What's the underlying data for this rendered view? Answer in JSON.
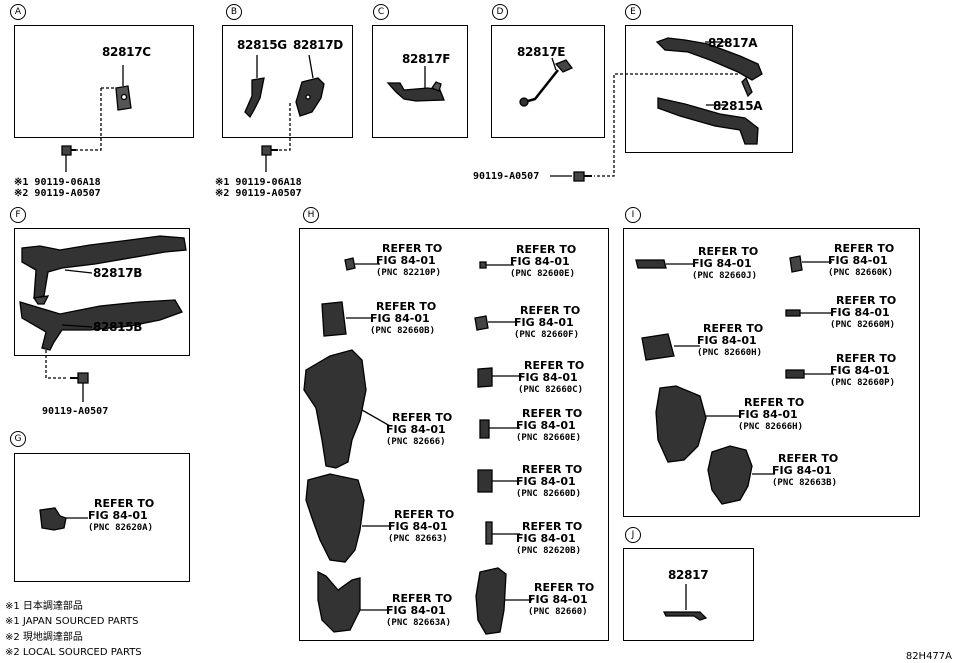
{
  "sections": {
    "A": {
      "letter": "A",
      "part": "82817C",
      "note1": "※1 90119-06A18",
      "note2": "※2 90119-A0507"
    },
    "B": {
      "letter": "B",
      "part1": "82815G",
      "part2": "82817D",
      "note1": "※1 90119-06A18",
      "note2": "※2 90119-A0507"
    },
    "C": {
      "letter": "C",
      "part": "82817F"
    },
    "D": {
      "letter": "D",
      "part": "82817E"
    },
    "E": {
      "letter": "E",
      "part1": "82817A",
      "part2": "82815A",
      "bolt": "90119-A0507"
    },
    "F": {
      "letter": "F",
      "part1": "82817B",
      "part2": "82815B",
      "bolt": "90119-A0507"
    },
    "G": {
      "letter": "G",
      "ref": {
        "l1": "REFER TO",
        "l2": "FIG 84-01",
        "l3": "(PNC 82620A)"
      }
    },
    "H": {
      "letter": "H",
      "refs": [
        {
          "l1": "REFER TO",
          "l2": "FIG 84-01",
          "l3": "(PNC 82210P)"
        },
        {
          "l1": "REFER TO",
          "l2": "FIG 84-01",
          "l3": "(PNC 82600E)"
        },
        {
          "l1": "REFER TO",
          "l2": "FIG 84-01",
          "l3": "(PNC 82660B)"
        },
        {
          "l1": "REFER TO",
          "l2": "FIG 84-01",
          "l3": "(PNC 82660F)"
        },
        {
          "l1": "REFER TO",
          "l2": "FIG 84-01",
          "l3": "(PNC 82660C)"
        },
        {
          "l1": "REFER TO",
          "l2": "FIG 84-01",
          "l3": "(PNC 82666)"
        },
        {
          "l1": "REFER TO",
          "l2": "FIG 84-01",
          "l3": "(PNC 82660E)"
        },
        {
          "l1": "REFER TO",
          "l2": "FIG 84-01",
          "l3": "(PNC 82660D)"
        },
        {
          "l1": "REFER TO",
          "l2": "FIG 84-01",
          "l3": "(PNC 82663)"
        },
        {
          "l1": "REFER TO",
          "l2": "FIG 84-01",
          "l3": "(PNC 82620B)"
        },
        {
          "l1": "REFER TO",
          "l2": "FIG 84-01",
          "l3": "(PNC 82663A)"
        },
        {
          "l1": "REFER TO",
          "l2": "FIG 84-01",
          "l3": "(PNC 82660)"
        }
      ]
    },
    "I": {
      "letter": "I",
      "refs": [
        {
          "l1": "REFER TO",
          "l2": "FIG 84-01",
          "l3": "(PNC 82660J)"
        },
        {
          "l1": "REFER TO",
          "l2": "FIG 84-01",
          "l3": "(PNC 82660K)"
        },
        {
          "l1": "REFER TO",
          "l2": "FIG 84-01",
          "l3": "(PNC 82660M)"
        },
        {
          "l1": "REFER TO",
          "l2": "FIG 84-01",
          "l3": "(PNC 82660H)"
        },
        {
          "l1": "REFER TO",
          "l2": "FIG 84-01",
          "l3": "(PNC 82660P)"
        },
        {
          "l1": "REFER TO",
          "l2": "FIG 84-01",
          "l3": "(PNC 82666H)"
        },
        {
          "l1": "REFER TO",
          "l2": "FIG 84-01",
          "l3": "(PNC 82663B)"
        }
      ]
    },
    "J": {
      "letter": "J",
      "part": "82817"
    }
  },
  "legend": [
    "※1 日本調達部品",
    "※1 JAPAN SOURCED PARTS",
    "※2 現地調達部品",
    "※2 LOCAL SOURCED PARTS"
  ],
  "code": "82H477A"
}
